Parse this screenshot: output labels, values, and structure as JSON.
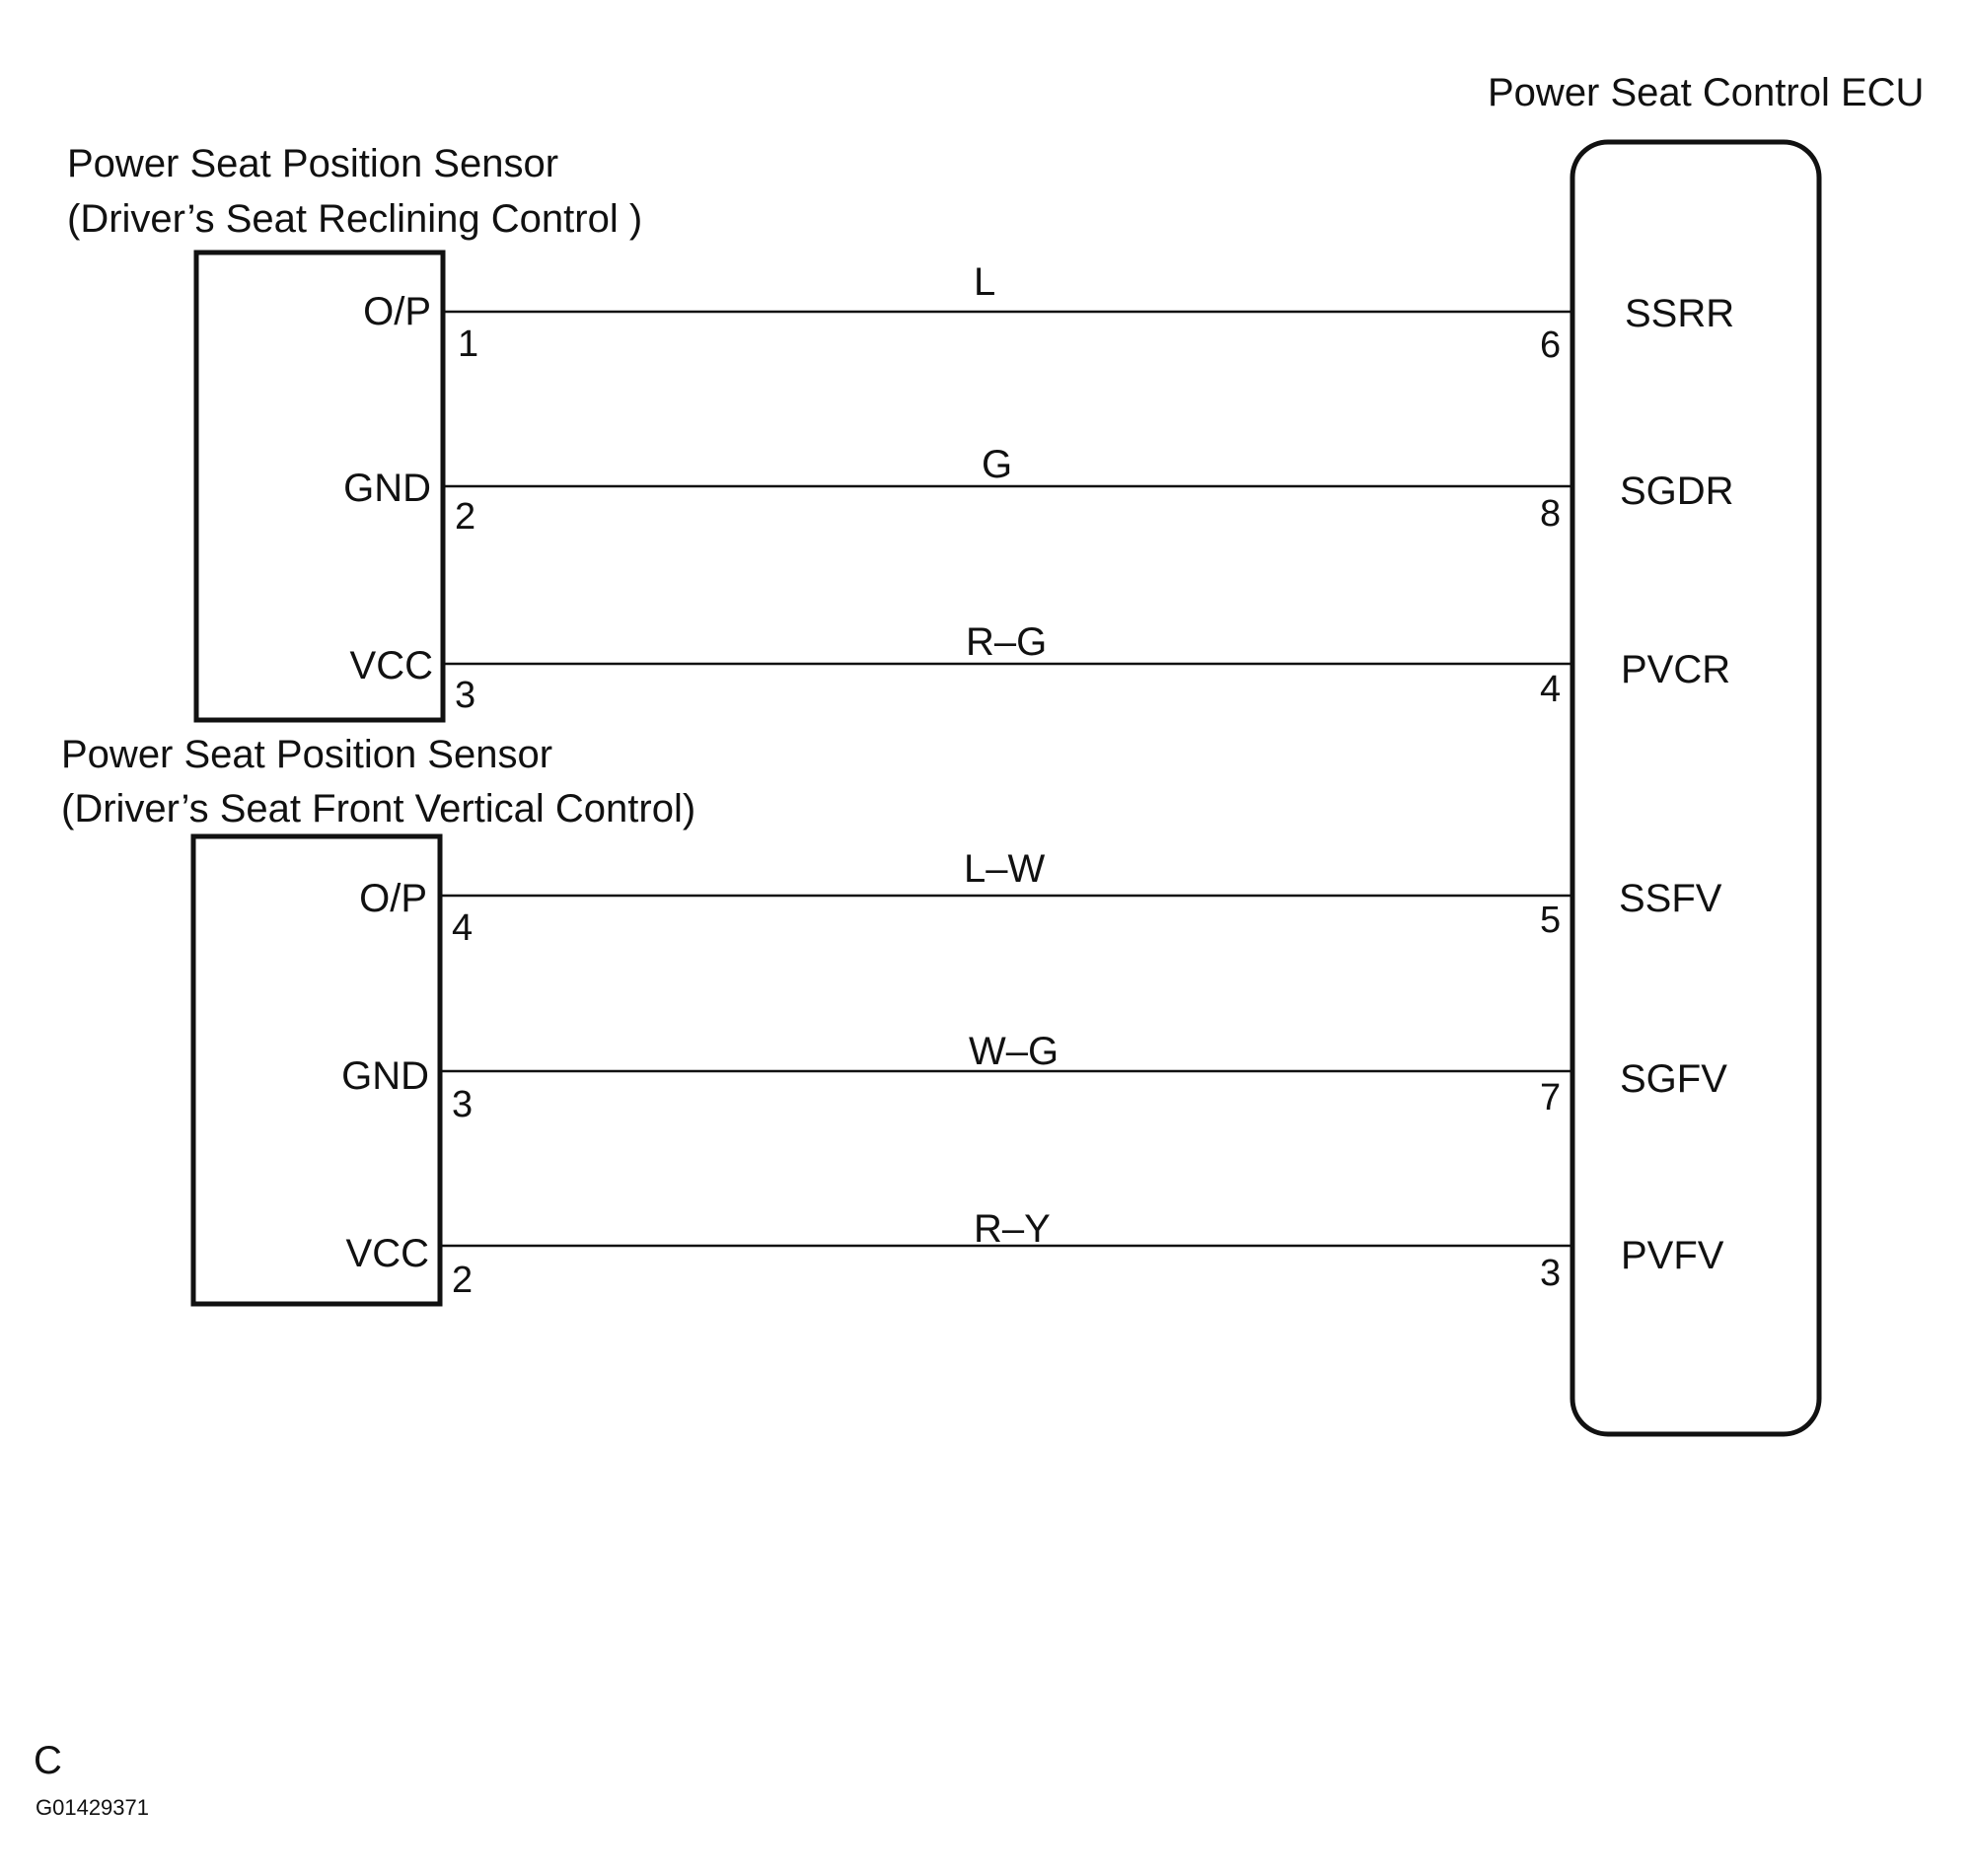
{
  "ecu": {
    "title": "Power Seat Control  ECU",
    "pins": [
      {
        "name": "SSRR",
        "num": "6"
      },
      {
        "name": "SGDR",
        "num": "8"
      },
      {
        "name": "PVCR",
        "num": "4"
      },
      {
        "name": "SSFV",
        "num": "5"
      },
      {
        "name": "SGFV",
        "num": "7"
      },
      {
        "name": "PVFV",
        "num": "3"
      }
    ]
  },
  "sensor1": {
    "title_line1": "Power Seat Position Sensor",
    "title_line2": "(Driver’s Seat Reclining Control )",
    "pins": [
      {
        "name": "O/P",
        "num": "1"
      },
      {
        "name": "GND",
        "num": "2"
      },
      {
        "name": "VCC",
        "num": "3"
      }
    ]
  },
  "sensor2": {
    "title_line1": "Power Seat Position Sensor",
    "title_line2": "(Driver’s Seat Front Vertical Control)",
    "pins": [
      {
        "name": "O/P",
        "num": "4"
      },
      {
        "name": "GND",
        "num": "3"
      },
      {
        "name": "VCC",
        "num": "2"
      }
    ]
  },
  "wires": [
    {
      "color": "L"
    },
    {
      "color": "G"
    },
    {
      "color": "R–G"
    },
    {
      "color": "L–W"
    },
    {
      "color": "W–G"
    },
    {
      "color": "R–Y"
    }
  ],
  "footer": {
    "letter": "C",
    "figure_id": "G01429371"
  }
}
